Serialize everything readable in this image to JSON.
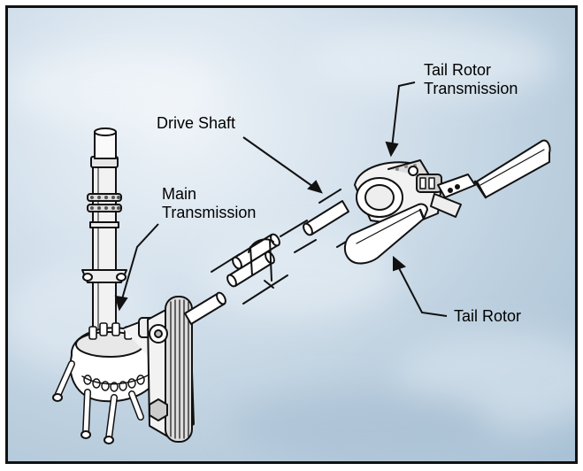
{
  "labels": {
    "drive_shaft": "Drive Shaft",
    "tail_rotor_transmission": "Tail Rotor\nTransmission",
    "main_transmission": "Main\nTransmission",
    "tail_rotor": "Tail Rotor"
  },
  "colors": {
    "ink": "#111111",
    "part_fill": "#ffffff",
    "shade": "#cfcfcf",
    "sky": "#c4d6e4"
  }
}
